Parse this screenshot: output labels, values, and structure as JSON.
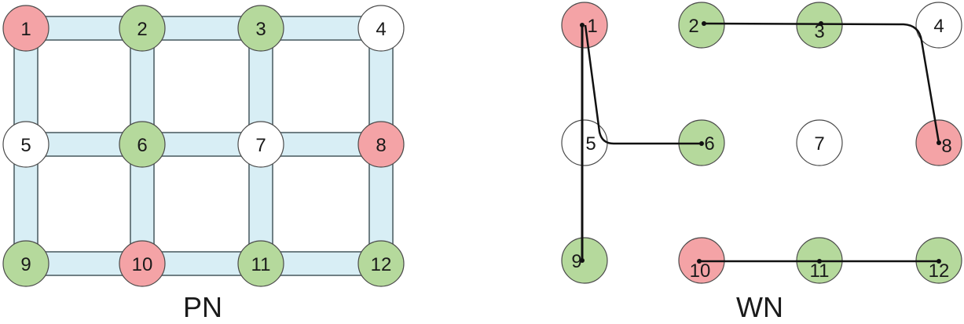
{
  "colors": {
    "red": "#f4a3a6",
    "green": "#b5d99c",
    "white": "#ffffff",
    "edge_fill": "#d8eef5",
    "edge_stroke": "#6f7f84",
    "node_stroke": "#4a4a4a",
    "path": "#111111"
  },
  "panels": [
    {
      "id": "pn",
      "label": "PN",
      "nodes": [
        {
          "id": 1,
          "label": "1",
          "color": "red"
        },
        {
          "id": 2,
          "label": "2",
          "color": "green"
        },
        {
          "id": 3,
          "label": "3",
          "color": "green"
        },
        {
          "id": 4,
          "label": "4",
          "color": "white"
        },
        {
          "id": 5,
          "label": "5",
          "color": "white"
        },
        {
          "id": 6,
          "label": "6",
          "color": "green"
        },
        {
          "id": 7,
          "label": "7",
          "color": "white"
        },
        {
          "id": 8,
          "label": "8",
          "color": "red"
        },
        {
          "id": 9,
          "label": "9",
          "color": "green"
        },
        {
          "id": 10,
          "label": "10",
          "color": "red"
        },
        {
          "id": 11,
          "label": "11",
          "color": "green"
        },
        {
          "id": 12,
          "label": "12",
          "color": "green"
        }
      ],
      "edges": [
        [
          1,
          2
        ],
        [
          2,
          3
        ],
        [
          3,
          4
        ],
        [
          5,
          6
        ],
        [
          6,
          7
        ],
        [
          7,
          8
        ],
        [
          9,
          10
        ],
        [
          10,
          11
        ],
        [
          11,
          12
        ],
        [
          1,
          5
        ],
        [
          5,
          9
        ],
        [
          2,
          6
        ],
        [
          6,
          10
        ],
        [
          3,
          7
        ],
        [
          7,
          11
        ],
        [
          4,
          8
        ],
        [
          8,
          12
        ]
      ]
    },
    {
      "id": "wn",
      "label": "WN",
      "nodes": [
        {
          "id": 1,
          "label": "1",
          "color": "red"
        },
        {
          "id": 2,
          "label": "2",
          "color": "green"
        },
        {
          "id": 3,
          "label": "3",
          "color": "green"
        },
        {
          "id": 4,
          "label": "4",
          "color": "white"
        },
        {
          "id": 5,
          "label": "5",
          "color": "white"
        },
        {
          "id": 6,
          "label": "6",
          "color": "green"
        },
        {
          "id": 7,
          "label": "7",
          "color": "white"
        },
        {
          "id": 8,
          "label": "8",
          "color": "red"
        },
        {
          "id": 9,
          "label": "9",
          "color": "green"
        },
        {
          "id": 10,
          "label": "10",
          "color": "red"
        },
        {
          "id": 11,
          "label": "11",
          "color": "green"
        },
        {
          "id": 12,
          "label": "12",
          "color": "green"
        }
      ],
      "paths": [
        {
          "name": "path-1-9",
          "nodes": [
            1,
            9
          ]
        },
        {
          "name": "path-1-5-6",
          "nodes": [
            1,
            5,
            6
          ]
        },
        {
          "name": "path-2-3-4-8",
          "nodes": [
            2,
            3,
            4,
            8
          ]
        },
        {
          "name": "path-10-11-12",
          "nodes": [
            10,
            11,
            12
          ]
        }
      ]
    }
  ]
}
